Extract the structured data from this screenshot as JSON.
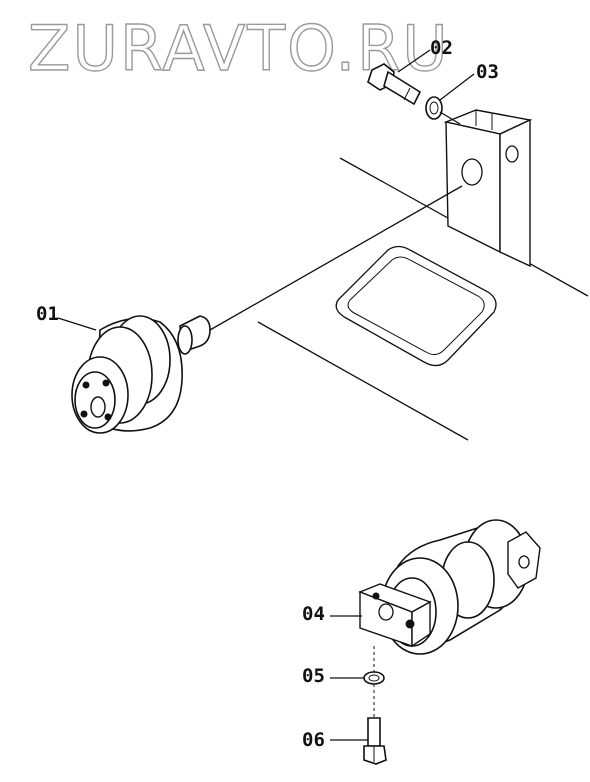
{
  "watermark": {
    "text": "ZURAVTO.RU"
  },
  "colors": {
    "line": "#111111",
    "watermark_outline": "#9a9a9a",
    "background": "#ffffff"
  },
  "callouts": [
    {
      "id": "01",
      "label": "01"
    },
    {
      "id": "02",
      "label": "02"
    },
    {
      "id": "03",
      "label": "03"
    },
    {
      "id": "04",
      "label": "04"
    },
    {
      "id": "05",
      "label": "05"
    },
    {
      "id": "06",
      "label": "06"
    }
  ]
}
